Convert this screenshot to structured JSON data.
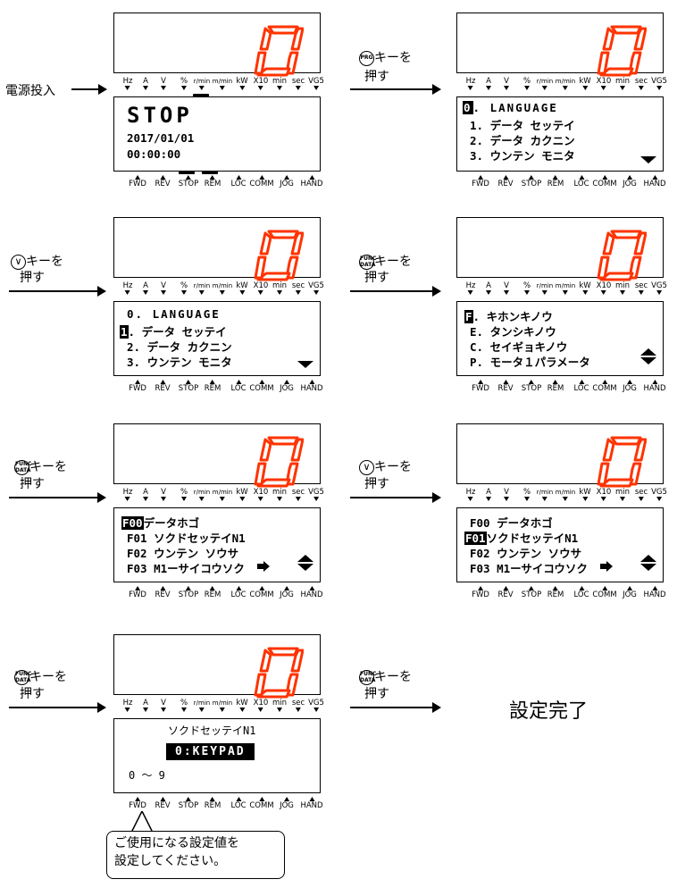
{
  "led_digit": "0",
  "colors": {
    "led": "#ff3300",
    "ink": "#000000"
  },
  "top_indicators": [
    "Hz",
    "A",
    "V",
    "%",
    "r/min",
    "m/min",
    "kW",
    "X10",
    "min",
    "sec",
    "VG5"
  ],
  "bottom_indicators": [
    "FWD",
    "REV",
    "STOP",
    "REM",
    "LOC",
    "COMM",
    "JOG",
    "HAND"
  ],
  "steps": {
    "power_on": "電源投入",
    "prg_key": "PRG",
    "key_suffix": "キーを",
    "push": "押す",
    "func_key_top": "FUNC",
    "func_key_bottom": "DATA",
    "down_key": "∨"
  },
  "panel1": {
    "l1": "STOP",
    "l2": "2017/01/01",
    "l3": "00:00:00"
  },
  "panel2": {
    "sel": "0",
    "l1": ".  LANGUAGE",
    "l2": "1.  データ  セッテイ",
    "l3": "2.  データ  カクニン",
    "l4": "3.  ウンテン  モニタ"
  },
  "panel3": {
    "l1": "0.  LANGUAGE",
    "sel": "1",
    "l2": ".  データ  セッテイ",
    "l3": "2.  データ  カクニン",
    "l4": "3.  ウンテン  モニタ"
  },
  "panel4": {
    "sel": "F",
    "l1": ".  キホンキノウ",
    "l2": "E.  タンシキノウ",
    "l3": "C.  セイギョキノウ",
    "l4": "P.  モータ１パラメータ"
  },
  "panel5": {
    "sel": "F00",
    "l1": "データホゴ",
    "l2": "F01  ソクドセッテイN1",
    "l3": "F02  ウンテン  ソウサ",
    "l4": "F03  M1ーサイコウソク"
  },
  "panel6": {
    "l1": "F00  データホゴ",
    "sel": "F01",
    "l2": "ソクドセッテイN1",
    "l3": "F02  ウンテン  ソウサ",
    "l4": "F03  M1ーサイコウソク"
  },
  "panel7": {
    "title": "ソクドセッテイN1",
    "value": "0:KEYPAD",
    "range": "0 ～ 9"
  },
  "done": "設定完了",
  "callout": {
    "l1": "ご使用になる設定値を",
    "l2": "設定してください。"
  }
}
